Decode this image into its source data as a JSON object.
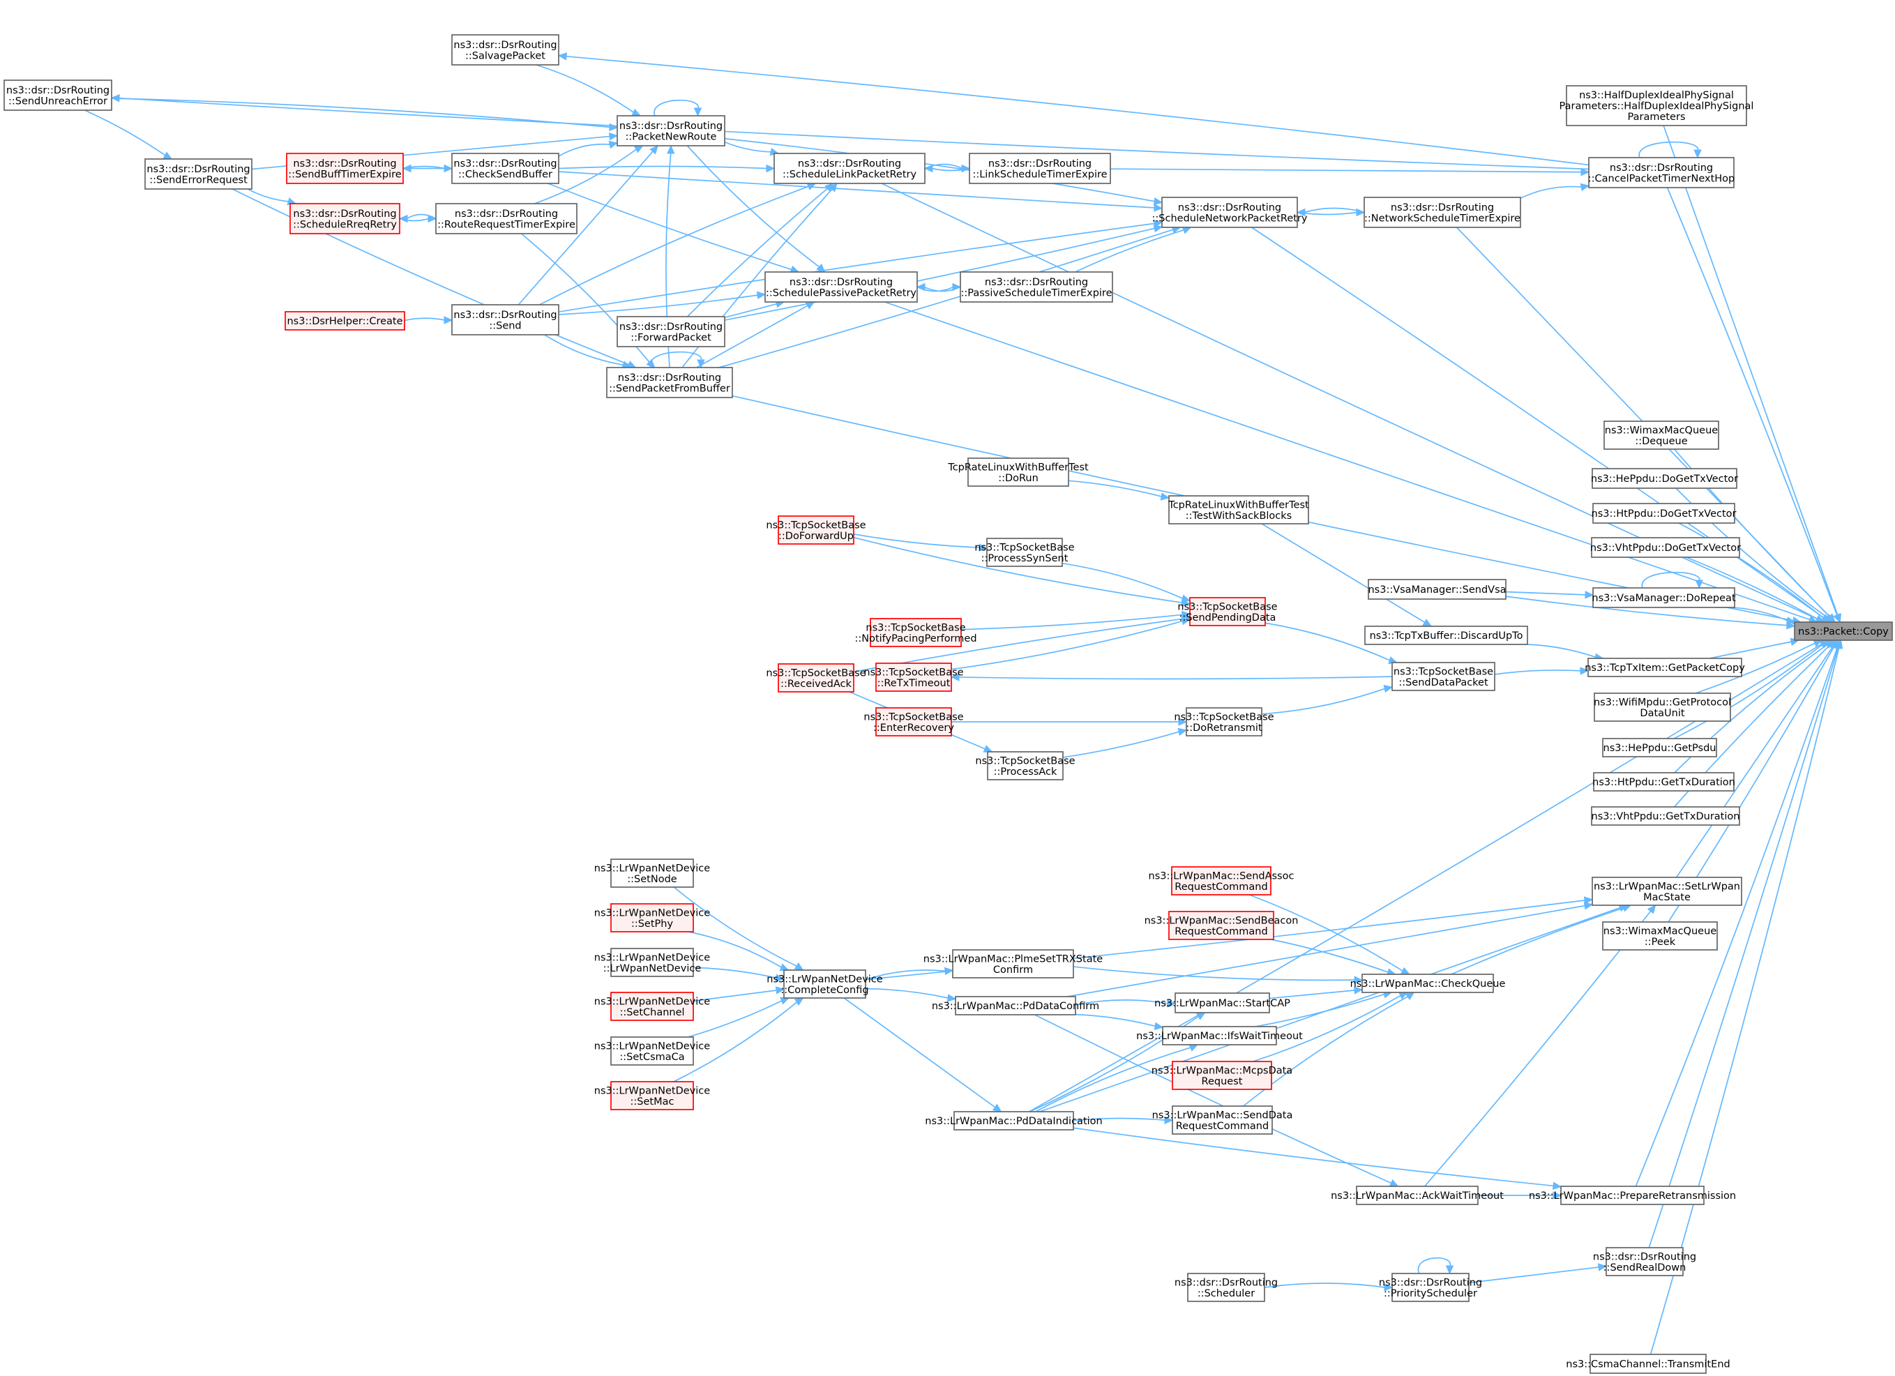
{
  "title": "Call graph of ns3::Packet::Copy",
  "colors": {
    "edge": "#63b8ff",
    "node_border": "#666666",
    "red_border": "#ff0000",
    "red_fill": "#fff0f0",
    "focus_fill": "#999999"
  },
  "nodes": [
    {
      "id": "copy",
      "lines": [
        "ns3::Packet::Copy"
      ],
      "style": "focus"
    },
    {
      "id": "sendUnreachError",
      "lines": [
        "ns3::dsr::DsrRouting",
        "::SendUnreachError"
      ],
      "style": "normal"
    },
    {
      "id": "salvagePacket",
      "lines": [
        "ns3::dsr::DsrRouting",
        "::SalvagePacket"
      ],
      "style": "normal"
    },
    {
      "id": "sendErrorRequest",
      "lines": [
        "ns3::dsr::DsrRouting",
        "::SendErrorRequest"
      ],
      "style": "normal"
    },
    {
      "id": "sendBuffTimerExpire",
      "lines": [
        "ns3::dsr::DsrRouting",
        "::SendBuffTimerExpire"
      ],
      "style": "red"
    },
    {
      "id": "scheduleRreqRetry",
      "lines": [
        "ns3::dsr::DsrRouting",
        "::ScheduleRreqRetry"
      ],
      "style": "red"
    },
    {
      "id": "checkSendBuffer",
      "lines": [
        "ns3::dsr::DsrRouting",
        "::CheckSendBuffer"
      ],
      "style": "normal"
    },
    {
      "id": "routeRequestTimerExpire",
      "lines": [
        "ns3::dsr::DsrRouting",
        "::RouteRequestTimerExpire"
      ],
      "style": "normal"
    },
    {
      "id": "dsrHelperCreate",
      "lines": [
        "ns3::DsrHelper::Create"
      ],
      "style": "red"
    },
    {
      "id": "send",
      "lines": [
        "ns3::dsr::DsrRouting",
        "::Send"
      ],
      "style": "normal"
    },
    {
      "id": "packetNewRoute",
      "lines": [
        "ns3::dsr::DsrRouting",
        "::PacketNewRoute"
      ],
      "style": "normal"
    },
    {
      "id": "forwardPacket",
      "lines": [
        "ns3::dsr::DsrRouting",
        "::ForwardPacket"
      ],
      "style": "normal"
    },
    {
      "id": "sendPacketFromBuffer",
      "lines": [
        "ns3::dsr::DsrRouting",
        "::SendPacketFromBuffer"
      ],
      "style": "normal"
    },
    {
      "id": "scheduleLinkPacketRetry",
      "lines": [
        "ns3::dsr::DsrRouting",
        "::ScheduleLinkPacketRetry"
      ],
      "style": "normal"
    },
    {
      "id": "schedulePassivePacketRetry",
      "lines": [
        "ns3::dsr::DsrRouting",
        "::SchedulePassivePacketRetry"
      ],
      "style": "normal"
    },
    {
      "id": "linkScheduleTimerExpire",
      "lines": [
        "ns3::dsr::DsrRouting",
        "::LinkScheduleTimerExpire"
      ],
      "style": "normal"
    },
    {
      "id": "passiveScheduleTimerExpire",
      "lines": [
        "ns3::dsr::DsrRouting",
        "::PassiveScheduleTimerExpire"
      ],
      "style": "normal"
    },
    {
      "id": "scheduleNetworkPacketRetry",
      "lines": [
        "ns3::dsr::DsrRouting",
        "::ScheduleNetworkPacketRetry"
      ],
      "style": "normal"
    },
    {
      "id": "networkScheduleTimerExpire",
      "lines": [
        "ns3::dsr::DsrRouting",
        "::NetworkScheduleTimerExpire"
      ],
      "style": "normal"
    },
    {
      "id": "cancelPacketTimerNextHop",
      "lines": [
        "ns3::dsr::DsrRouting",
        "::CancelPacketTimerNextHop"
      ],
      "style": "normal"
    },
    {
      "id": "halfDuplex",
      "lines": [
        "ns3::HalfDuplexIdealPhySignal",
        "Parameters::HalfDuplexIdealPhySignal",
        "Parameters"
      ],
      "style": "normal"
    },
    {
      "id": "wimaxDequeue",
      "lines": [
        "ns3::WimaxMacQueue",
        "::Dequeue"
      ],
      "style": "normal"
    },
    {
      "id": "hePpduDoGetTxVector",
      "lines": [
        "ns3::HePpdu::DoGetTxVector"
      ],
      "style": "normal"
    },
    {
      "id": "htPpduDoGetTxVector",
      "lines": [
        "ns3::HtPpdu::DoGetTxVector"
      ],
      "style": "normal"
    },
    {
      "id": "vhtPpduDoGetTxVector",
      "lines": [
        "ns3::VhtPpdu::DoGetTxVector"
      ],
      "style": "normal"
    },
    {
      "id": "vsaSendVsa",
      "lines": [
        "ns3::VsaManager::SendVsa"
      ],
      "style": "normal"
    },
    {
      "id": "vsaDoRepeat",
      "lines": [
        "ns3::VsaManager::DoRepeat"
      ],
      "style": "normal"
    },
    {
      "id": "tcpRateDoRun",
      "lines": [
        "TcpRateLinuxWithBufferTest",
        "::DoRun"
      ],
      "style": "normal"
    },
    {
      "id": "tcpRateTestWithSack",
      "lines": [
        "TcpRateLinuxWithBufferTest",
        "::TestWithSackBlocks"
      ],
      "style": "normal"
    },
    {
      "id": "tcpDoForwardUp",
      "lines": [
        "ns3::TcpSocketBase",
        "::DoForwardUp"
      ],
      "style": "red"
    },
    {
      "id": "tcpProcessSynSent",
      "lines": [
        "ns3::TcpSocketBase",
        "::ProcessSynSent"
      ],
      "style": "normal"
    },
    {
      "id": "tcpSendPendingData",
      "lines": [
        "ns3::TcpSocketBase",
        "::SendPendingData"
      ],
      "style": "red"
    },
    {
      "id": "tcpNotifyPacing",
      "lines": [
        "ns3::TcpSocketBase",
        "::NotifyPacingPerformed"
      ],
      "style": "red"
    },
    {
      "id": "tcpReceivedAck",
      "lines": [
        "ns3::TcpSocketBase",
        "::ReceivedAck"
      ],
      "style": "red"
    },
    {
      "id": "tcpReTxTimeout",
      "lines": [
        "ns3::TcpSocketBase",
        "::ReTxTimeout"
      ],
      "style": "red"
    },
    {
      "id": "tcpEnterRecovery",
      "lines": [
        "ns3::TcpSocketBase",
        "::EnterRecovery"
      ],
      "style": "red"
    },
    {
      "id": "tcpProcessAck",
      "lines": [
        "ns3::TcpSocketBase",
        "::ProcessAck"
      ],
      "style": "normal"
    },
    {
      "id": "tcpDoRetransmit",
      "lines": [
        "ns3::TcpSocketBase",
        "::DoRetransmit"
      ],
      "style": "normal"
    },
    {
      "id": "tcpTxBufferDiscard",
      "lines": [
        "ns3::TcpTxBuffer::DiscardUpTo"
      ],
      "style": "normal"
    },
    {
      "id": "tcpSendDataPacket",
      "lines": [
        "ns3::TcpSocketBase",
        "::SendDataPacket"
      ],
      "style": "normal"
    },
    {
      "id": "tcpTxItemGetPacketCopy",
      "lines": [
        "ns3::TcpTxItem::GetPacketCopy"
      ],
      "style": "normal"
    },
    {
      "id": "wifiMpduGetPdu",
      "lines": [
        "ns3::WifiMpdu::GetProtocol",
        "DataUnit"
      ],
      "style": "normal"
    },
    {
      "id": "hePpduGetPsdu",
      "lines": [
        "ns3::HePpdu::GetPsdu"
      ],
      "style": "normal"
    },
    {
      "id": "htPpduGetTxDuration",
      "lines": [
        "ns3::HtPpdu::GetTxDuration"
      ],
      "style": "normal"
    },
    {
      "id": "vhtPpduGetTxDuration",
      "lines": [
        "ns3::VhtPpdu::GetTxDuration"
      ],
      "style": "normal"
    },
    {
      "id": "setLrWpanMacState",
      "lines": [
        "ns3::LrWpanMac::SetLrWpan",
        "MacState"
      ],
      "style": "normal"
    },
    {
      "id": "wimaxPeek",
      "lines": [
        "ns3::WimaxMacQueue",
        "::Peek"
      ],
      "style": "normal"
    },
    {
      "id": "lrSetNode",
      "lines": [
        "ns3::LrWpanNetDevice",
        "::SetNode"
      ],
      "style": "normal"
    },
    {
      "id": "lrSetPhy",
      "lines": [
        "ns3::LrWpanNetDevice",
        "::SetPhy"
      ],
      "style": "red"
    },
    {
      "id": "lrNetDevice",
      "lines": [
        "ns3::LrWpanNetDevice",
        "::LrWpanNetDevice"
      ],
      "style": "normal"
    },
    {
      "id": "lrSetChannel",
      "lines": [
        "ns3::LrWpanNetDevice",
        "::SetChannel"
      ],
      "style": "red"
    },
    {
      "id": "lrSetCsmaCa",
      "lines": [
        "ns3::LrWpanNetDevice",
        "::SetCsmaCa"
      ],
      "style": "normal"
    },
    {
      "id": "lrSetMac",
      "lines": [
        "ns3::LrWpanNetDevice",
        "::SetMac"
      ],
      "style": "red"
    },
    {
      "id": "lrCompleteConfig",
      "lines": [
        "ns3::LrWpanNetDevice",
        "::CompleteConfig"
      ],
      "style": "normal"
    },
    {
      "id": "plmeSetTrx",
      "lines": [
        "ns3::LrWpanMac::PlmeSetTRXState",
        "Confirm"
      ],
      "style": "normal"
    },
    {
      "id": "pdDataConfirm",
      "lines": [
        "ns3::LrWpanMac::PdDataConfirm"
      ],
      "style": "normal"
    },
    {
      "id": "pdDataIndication",
      "lines": [
        "ns3::LrWpanMac::PdDataIndication"
      ],
      "style": "normal"
    },
    {
      "id": "sendAssoc",
      "lines": [
        "ns3::LrWpanMac::SendAssoc",
        "RequestCommand"
      ],
      "style": "red"
    },
    {
      "id": "sendBeacon",
      "lines": [
        "ns3::LrWpanMac::SendBeacon",
        "RequestCommand"
      ],
      "style": "red"
    },
    {
      "id": "startCap",
      "lines": [
        "ns3::LrWpanMac::StartCAP"
      ],
      "style": "normal"
    },
    {
      "id": "ifsWaitTimeout",
      "lines": [
        "ns3::LrWpanMac::IfsWaitTimeout"
      ],
      "style": "normal"
    },
    {
      "id": "mcpsDataRequest",
      "lines": [
        "ns3::LrWpanMac::McpsData",
        "Request"
      ],
      "style": "red"
    },
    {
      "id": "sendDataRequest",
      "lines": [
        "ns3::LrWpanMac::SendData",
        "RequestCommand"
      ],
      "style": "normal"
    },
    {
      "id": "checkQueue",
      "lines": [
        "ns3::LrWpanMac::CheckQueue"
      ],
      "style": "normal"
    },
    {
      "id": "ackWaitTimeout",
      "lines": [
        "ns3::LrWpanMac::AckWaitTimeout"
      ],
      "style": "normal"
    },
    {
      "id": "prepareRetransmission",
      "lines": [
        "ns3::LrWpanMac::PrepareRetransmission"
      ],
      "style": "normal"
    },
    {
      "id": "dsrScheduler",
      "lines": [
        "ns3::dsr::DsrRouting",
        "::Scheduler"
      ],
      "style": "normal"
    },
    {
      "id": "dsrPriorityScheduler",
      "lines": [
        "ns3::dsr::DsrRouting",
        "::PriorityScheduler"
      ],
      "style": "normal"
    },
    {
      "id": "dsrSendRealDown",
      "lines": [
        "ns3::dsr::DsrRouting",
        "::SendRealDown"
      ],
      "style": "normal"
    },
    {
      "id": "csmaTransmitEnd",
      "lines": [
        "ns3::CsmaChannel::TransmitEnd"
      ],
      "style": "normal"
    }
  ],
  "edges": [
    [
      "sendUnreachError",
      "packetNewRoute"
    ],
    [
      "sendUnreachError",
      "sendErrorRequest"
    ],
    [
      "sendErrorRequest",
      "packetNewRoute"
    ],
    [
      "sendErrorRequest",
      "scheduleRreqRetry"
    ],
    [
      "sendErrorRequest",
      "sendPacketFromBuffer"
    ],
    [
      "salvagePacket",
      "packetNewRoute"
    ],
    [
      "sendBuffTimerExpire",
      "checkSendBuffer"
    ],
    [
      "checkSendBuffer",
      "sendBuffTimerExpire"
    ],
    [
      "scheduleRreqRetry",
      "routeRequestTimerExpire"
    ],
    [
      "routeRequestTimerExpire",
      "scheduleRreqRetry"
    ],
    [
      "checkSendBuffer",
      "packetNewRoute"
    ],
    [
      "checkSendBuffer",
      "scheduleLinkPacketRetry"
    ],
    [
      "checkSendBuffer",
      "scheduleNetworkPacketRetry"
    ],
    [
      "checkSendBuffer",
      "schedulePassivePacketRetry"
    ],
    [
      "routeRequestTimerExpire",
      "packetNewRoute"
    ],
    [
      "routeRequestTimerExpire",
      "sendPacketFromBuffer"
    ],
    [
      "dsrHelperCreate",
      "send"
    ],
    [
      "send",
      "packetNewRoute"
    ],
    [
      "send",
      "schedulePassivePacketRetry"
    ],
    [
      "send",
      "sendPacketFromBuffer"
    ],
    [
      "send",
      "scheduleLinkPacketRetry"
    ],
    [
      "send",
      "scheduleNetworkPacketRetry"
    ],
    [
      "packetNewRoute",
      "packetNewRoute"
    ],
    [
      "packetNewRoute",
      "scheduleLinkPacketRetry"
    ],
    [
      "packetNewRoute",
      "schedulePassivePacketRetry"
    ],
    [
      "packetNewRoute",
      "scheduleNetworkPacketRetry"
    ],
    [
      "forwardPacket",
      "scheduleLinkPacketRetry"
    ],
    [
      "forwardPacket",
      "schedulePassivePacketRetry"
    ],
    [
      "forwardPacket",
      "scheduleNetworkPacketRetry"
    ],
    [
      "sendPacketFromBuffer",
      "sendPacketFromBuffer"
    ],
    [
      "sendPacketFromBuffer",
      "packetNewRoute"
    ],
    [
      "sendPacketFromBuffer",
      "scheduleLinkPacketRetry"
    ],
    [
      "sendPacketFromBuffer",
      "schedulePassivePacketRetry"
    ],
    [
      "sendPacketFromBuffer",
      "scheduleNetworkPacketRetry"
    ],
    [
      "sendPacketFromBuffer",
      "copy"
    ],
    [
      "scheduleLinkPacketRetry",
      "linkScheduleTimerExpire"
    ],
    [
      "linkScheduleTimerExpire",
      "scheduleLinkPacketRetry"
    ],
    [
      "linkScheduleTimerExpire",
      "cancelPacketTimerNextHop"
    ],
    [
      "scheduleLinkPacketRetry",
      "copy"
    ],
    [
      "schedulePassivePacketRetry",
      "passiveScheduleTimerExpire"
    ],
    [
      "passiveScheduleTimerExpire",
      "schedulePassivePacketRetry"
    ],
    [
      "passiveScheduleTimerExpire",
      "scheduleNetworkPacketRetry"
    ],
    [
      "schedulePassivePacketRetry",
      "copy"
    ],
    [
      "scheduleNetworkPacketRetry",
      "networkScheduleTimerExpire"
    ],
    [
      "networkScheduleTimerExpire",
      "scheduleNetworkPacketRetry"
    ],
    [
      "networkScheduleTimerExpire",
      "cancelPacketTimerNextHop"
    ],
    [
      "scheduleNetworkPacketRetry",
      "copy"
    ],
    [
      "networkScheduleTimerExpire",
      "copy"
    ],
    [
      "cancelPacketTimerNextHop",
      "cancelPacketTimerNextHop"
    ],
    [
      "cancelPacketTimerNextHop",
      "salvagePacket"
    ],
    [
      "cancelPacketTimerNextHop",
      "sendUnreachError"
    ],
    [
      "cancelPacketTimerNextHop",
      "copy"
    ],
    [
      "halfDuplex",
      "copy"
    ],
    [
      "wimaxDequeue",
      "copy"
    ],
    [
      "hePpduDoGetTxVector",
      "copy"
    ],
    [
      "htPpduDoGetTxVector",
      "copy"
    ],
    [
      "vhtPpduDoGetTxVector",
      "copy"
    ],
    [
      "vsaSendVsa",
      "vsaDoRepeat"
    ],
    [
      "vsaSendVsa",
      "copy"
    ],
    [
      "vsaDoRepeat",
      "vsaDoRepeat"
    ],
    [
      "vsaDoRepeat",
      "copy"
    ],
    [
      "tcpRateDoRun",
      "tcpRateTestWithSack"
    ],
    [
      "tcpRateTestWithSack",
      "tcpTxBufferDiscard"
    ],
    [
      "tcpDoForwardUp",
      "tcpProcessSynSent"
    ],
    [
      "tcpDoForwardUp",
      "tcpSendPendingData"
    ],
    [
      "tcpProcessSynSent",
      "tcpSendPendingData"
    ],
    [
      "tcpReceivedAck",
      "tcpSendPendingData"
    ],
    [
      "tcpReceivedAck",
      "tcpProcessAck"
    ],
    [
      "tcpNotifyPacing",
      "tcpSendPendingData"
    ],
    [
      "tcpReTxTimeout",
      "tcpSendPendingData"
    ],
    [
      "tcpSendPendingData",
      "tcpSendDataPacket"
    ],
    [
      "tcpSendDataPacket",
      "tcpReTxTimeout"
    ],
    [
      "tcpEnterRecovery",
      "tcpDoRetransmit"
    ],
    [
      "tcpProcessAck",
      "tcpDoRetransmit"
    ],
    [
      "tcpDoRetransmit",
      "tcpSendDataPacket"
    ],
    [
      "tcpTxBufferDiscard",
      "tcpTxItemGetPacketCopy"
    ],
    [
      "tcpSendDataPacket",
      "tcpTxItemGetPacketCopy"
    ],
    [
      "tcpTxItemGetPacketCopy",
      "copy"
    ],
    [
      "wifiMpduGetPdu",
      "copy"
    ],
    [
      "hePpduGetPsdu",
      "copy"
    ],
    [
      "htPpduGetTxDuration",
      "copy"
    ],
    [
      "vhtPpduGetTxDuration",
      "copy"
    ],
    [
      "setLrWpanMacState",
      "copy"
    ],
    [
      "wimaxPeek",
      "copy"
    ],
    [
      "lrSetNode",
      "lrCompleteConfig"
    ],
    [
      "lrSetPhy",
      "lrCompleteConfig"
    ],
    [
      "lrNetDevice",
      "lrCompleteConfig"
    ],
    [
      "lrSetChannel",
      "lrCompleteConfig"
    ],
    [
      "lrSetCsmaCa",
      "lrCompleteConfig"
    ],
    [
      "lrSetMac",
      "lrCompleteConfig"
    ],
    [
      "lrCompleteConfig",
      "plmeSetTrx"
    ],
    [
      "lrCompleteConfig",
      "pdDataConfirm"
    ],
    [
      "lrCompleteConfig",
      "pdDataIndication"
    ],
    [
      "lrCompleteConfig",
      "setLrWpanMacState"
    ],
    [
      "plmeSetTrx",
      "checkQueue"
    ],
    [
      "pdDataConfirm",
      "startCap"
    ],
    [
      "pdDataConfirm",
      "ifsWaitTimeout"
    ],
    [
      "pdDataConfirm",
      "setLrWpanMacState"
    ],
    [
      "pdDataConfirm",
      "ackWaitTimeout"
    ],
    [
      "pdDataIndication",
      "startCap"
    ],
    [
      "pdDataIndication",
      "ifsWaitTimeout"
    ],
    [
      "pdDataIndication",
      "sendDataRequest"
    ],
    [
      "pdDataIndication",
      "setLrWpanMacState"
    ],
    [
      "pdDataIndication",
      "prepareRetransmission"
    ],
    [
      "pdDataIndication",
      "copy"
    ],
    [
      "sendAssoc",
      "checkQueue"
    ],
    [
      "sendBeacon",
      "checkQueue"
    ],
    [
      "startCap",
      "checkQueue"
    ],
    [
      "ifsWaitTimeout",
      "checkQueue"
    ],
    [
      "mcpsDataRequest",
      "checkQueue"
    ],
    [
      "sendDataRequest",
      "checkQueue"
    ],
    [
      "checkQueue",
      "setLrWpanMacState"
    ],
    [
      "ackWaitTimeout",
      "prepareRetransmission"
    ],
    [
      "ackWaitTimeout",
      "setLrWpanMacState"
    ],
    [
      "prepareRetransmission",
      "copy"
    ],
    [
      "dsrScheduler",
      "dsrPriorityScheduler"
    ],
    [
      "dsrPriorityScheduler",
      "dsrPriorityScheduler"
    ],
    [
      "dsrPriorityScheduler",
      "dsrSendRealDown"
    ],
    [
      "dsrSendRealDown",
      "copy"
    ],
    [
      "csmaTransmitEnd",
      "copy"
    ]
  ]
}
